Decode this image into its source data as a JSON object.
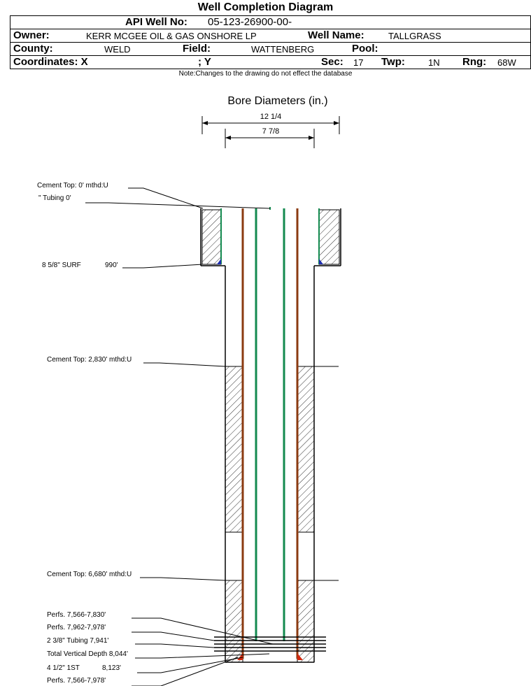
{
  "header": {
    "title": "Well Completion Diagram",
    "api_label": "API Well No:",
    "api_value": "05-123-26900-00-",
    "owner_label": "Owner:",
    "owner_value": "KERR MCGEE OIL & GAS ONSHORE LP",
    "well_name_label": "Well Name:",
    "well_name_value": "TALLGRASS",
    "county_label": "County:",
    "county_value": "WELD",
    "field_label": "Field:",
    "field_value": "WATTENBERG",
    "pool_label": "Pool:",
    "pool_value": "",
    "coord_x_label": "Coordinates: X",
    "coord_y_label": "; Y",
    "sec_label": "Sec:",
    "sec_value": "17",
    "twp_label": "Twp:",
    "twp_value": "1N",
    "rng_label": "Rng:",
    "rng_value": "68W",
    "note": "Note:Changes to the drawing do not effect the database"
  },
  "diagram": {
    "bore_title": "Bore Diameters (in.)",
    "dim_outer": "12 1/4",
    "dim_inner": "7 7/8",
    "labels": {
      "cement_top_0": "Cement Top: 0' mthd:U",
      "tubing_0": "\" Tubing 0'",
      "surf": "8 5/8\" SURF",
      "surf_depth": "990'",
      "cement_top_2830": "Cement Top: 2,830' mthd:U",
      "cement_top_6680": "Cement Top: 6,680' mthd:U",
      "perfs_1": "Perfs. 7,566-7,830'",
      "perfs_2": "Perfs. 7,962-7,978'",
      "tubing_238": "2 3/8\" Tubing 7,941'",
      "tvd": "Total Vertical Depth 8,044'",
      "first": "4 1/2\" 1ST",
      "first_depth": "8,123'",
      "perfs_3": "Perfs. 7,566-7,978'"
    }
  },
  "colors": {
    "tubing_green": "#138a4f",
    "casing_brown": "#8b3a10",
    "cement_blue": "#1f2fb0",
    "shoe_red": "#d42a10"
  }
}
